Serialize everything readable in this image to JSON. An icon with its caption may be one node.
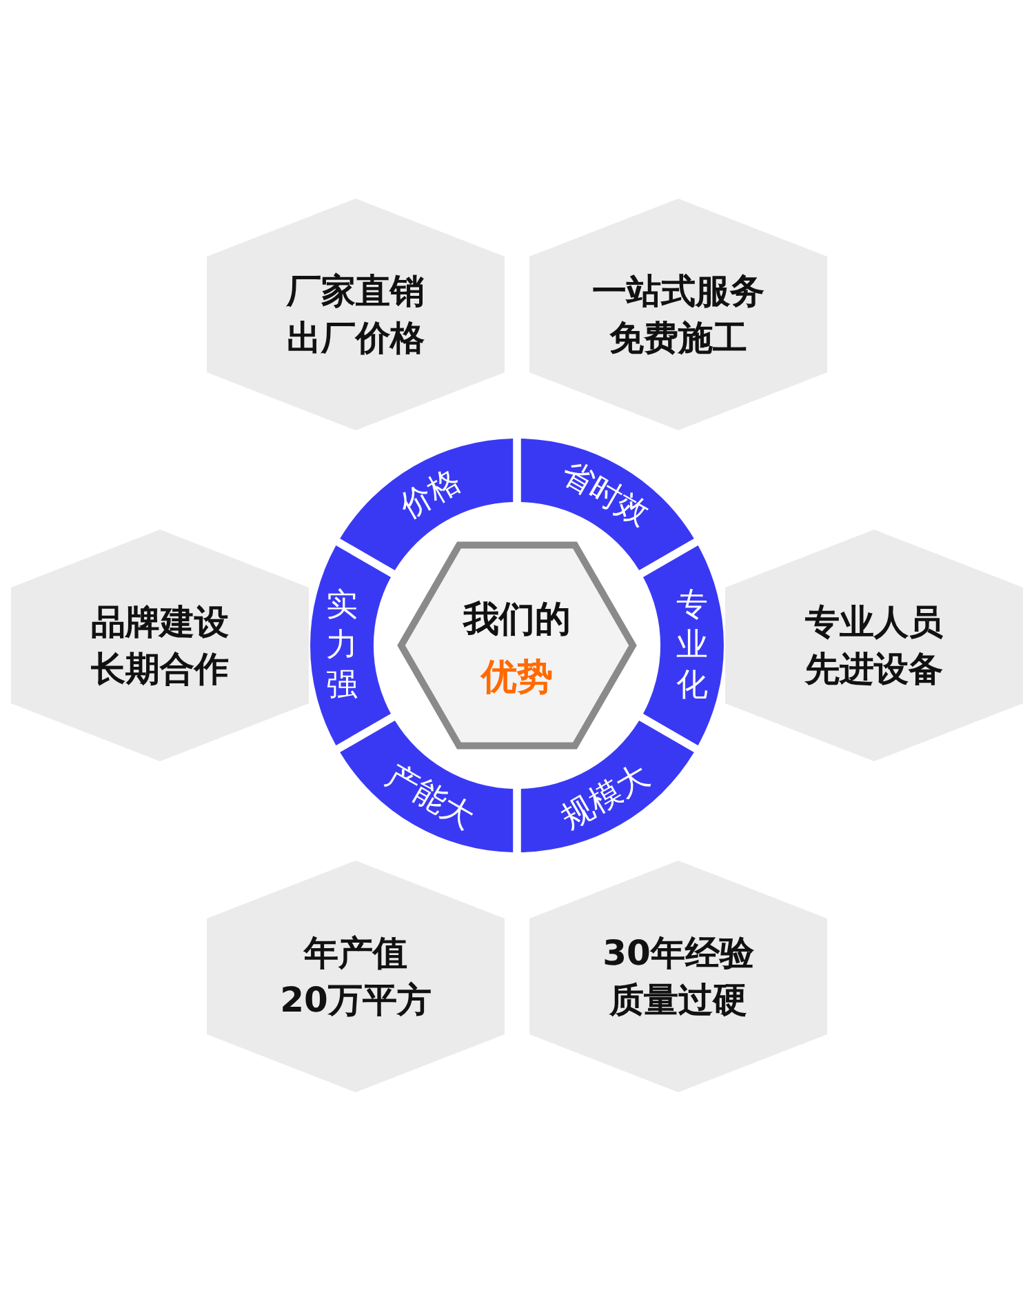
{
  "diagram": {
    "nodes": [
      {
        "text": [
          "我们的",
          "优势"
        ]
      },
      {
        "text": [
          "价格"
        ]
      },
      {
        "text": [
          "省时效"
        ]
      },
      {
        "text": [
          "实力强"
        ]
      },
      {
        "text": [
          "专业化"
        ]
      },
      {
        "text": [
          "产能大"
        ]
      },
      {
        "text": [
          "规模大"
        ]
      },
      {
        "text": [
          "厂家直销",
          "出厂价格"
        ]
      },
      {
        "text": [
          "一站式服务",
          "免费施工"
        ]
      },
      {
        "text": [
          "品牌建设",
          "长期合作"
        ]
      },
      {
        "text": [
          "专业人员",
          "先进设备"
        ]
      },
      {
        "text": [
          "年产值",
          "20万平方"
        ]
      },
      {
        "text": [
          "30年经验",
          "质量过硬"
        ]
      }
    ],
    "edges": []
  }
}
